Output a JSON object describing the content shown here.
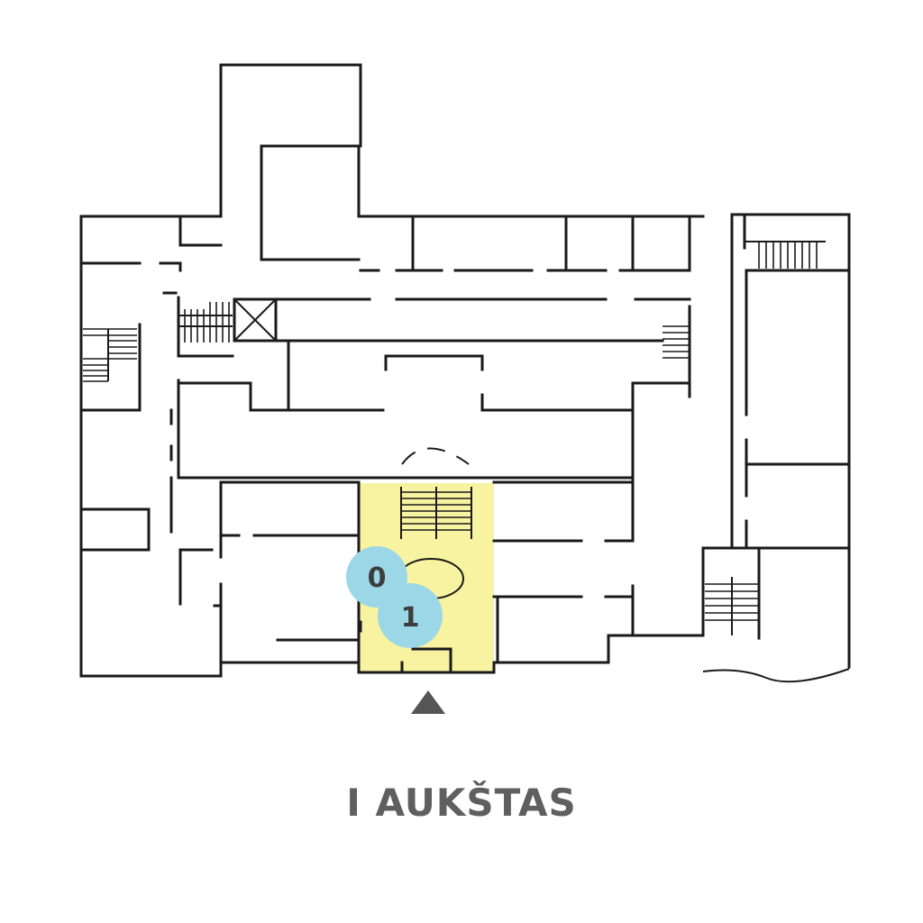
{
  "floor": {
    "title": "I AUKŠTAS"
  },
  "highlight_zone": {
    "color": "#f8f3a0"
  },
  "markers": [
    {
      "label": "0",
      "color": "#9bd7e6"
    },
    {
      "label": "1",
      "color": "#9bd7e6"
    }
  ],
  "entrance_icon": "entrance-arrow-icon",
  "colors": {
    "walls": "#1a1a1a",
    "title": "#5f5f5f",
    "arrow": "#555555"
  }
}
